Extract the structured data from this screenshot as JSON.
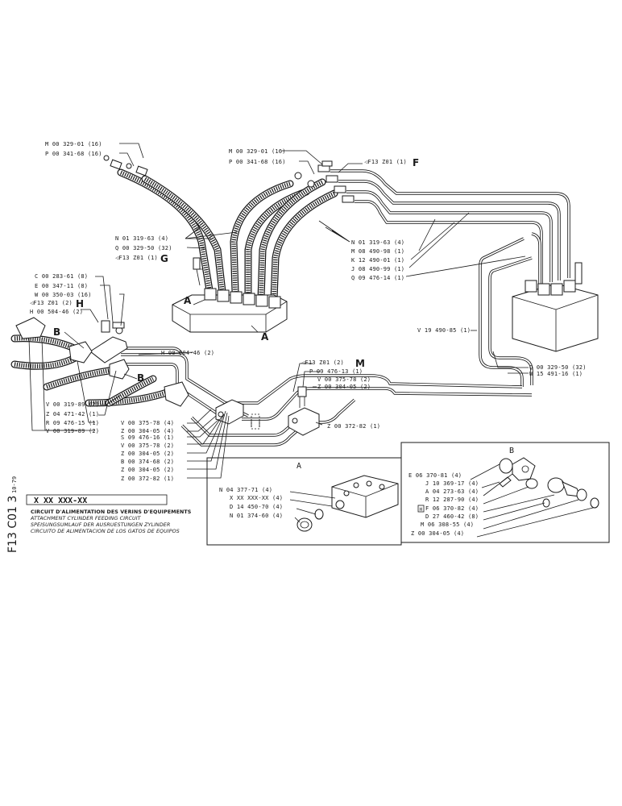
{
  "labels_left_top": [
    "M 00 329-01 (16)",
    "P 00 341-68 (16)"
  ],
  "labels_center_top": [
    "M 00 329-01 (16)",
    "P 00 341-68 (16)"
  ],
  "label_ff": "◁F13  Z01 (1)",
  "letter_f": "F",
  "labels_left_mid": [
    "N 01 319-63 (4)",
    "Q 00 329-50 (32)"
  ],
  "label_g": "◁F13   Z01   (1)",
  "letter_g": "G",
  "labels_right_group": [
    "N 01 319-63 (4)",
    "M 08 490-98 (1)",
    "K 12 490-01 (1)",
    "J 08 490-99 (1)",
    "Q 09 476-14 (1)"
  ],
  "labels_left_group": [
    "C 00 283-61 (8)",
    "E 00 347-11 (8)",
    "W 00 350-03 (16)"
  ],
  "label_h_ref": "◁F13   Z01   (2)",
  "letter_h": "H",
  "label_h_part": "H 00 504-46 (2)",
  "label_h_part2": "H 00 504-46 (2)",
  "label_v19": "V 19 490-85 (1)",
  "labels_right_bottom": [
    "Q 00 329-50 (32)",
    "W 15 491-16 (1)"
  ],
  "label_m_ref": "◁F13 Z01 (2)",
  "letter_m": "M",
  "labels_m_group": [
    "P 09 476-13 (1)",
    "V 00 375-78 (2)",
    "Z 00 304-05 (2)"
  ],
  "label_z372_right": "Z 00 372-82 (1)",
  "labels_left_b": [
    "V 00 319-89 (2)",
    "Z 04 471-42 (1)",
    "R 09 476-15 (1)",
    "V 00 319-89 (2)"
  ],
  "labels_center_b": [
    "V 00 375-78 (4)",
    "Z 00 304-05 (4)",
    "S 09 476-16 (1)",
    "V 00 375-78 (2)",
    "Z 00 304-05 (2)",
    "B 00 374-68 (2)",
    "Z 00 304-05 (2)",
    "Z 00 372-82 (1)"
  ],
  "callout_letters": {
    "a1": "A",
    "a2": "A",
    "b1": "B",
    "b2": "B"
  },
  "detail_a": {
    "title": "A",
    "labels": [
      "N 04 377-71 (4)",
      "X  XX  XXX-XX (4)",
      "D 14 450-70 (4)",
      "N 01 374-60 (4)"
    ]
  },
  "detail_b": {
    "title": "B",
    "labels": [
      "E 06 370-81 (4)",
      "J 10 369-17 (4)",
      "A 04 273-63 (4)",
      "R 12 287-90 (4)",
      "F 06 370-82 (4)",
      "D 27 460-42 (8)",
      "M 06 308-55 (4)",
      "Z 00 304-05 (4)"
    ],
    "boxed_marker": "H"
  },
  "title_block": {
    "code": "X  XX  XXX-XX",
    "lines": [
      "CIRCUIT D'ALIMENTATION DES VERINS D'EQUIPEMENTS",
      "ATTACHMENT CYLINDER FEEDING CIRCUIT",
      "SPEISUNGSUMLAUF DER AUSRUESTUNGEN ZYLINDER",
      "CIRCUITO DE ALIMENTACION DE LOS GATOS DE EQUIPOS"
    ]
  },
  "side_code": "F13  C01  3",
  "side_date": "10-79"
}
